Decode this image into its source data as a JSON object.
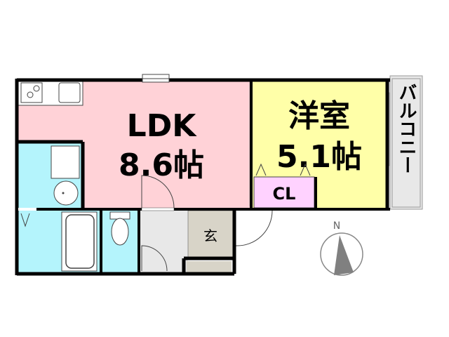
{
  "rooms": {
    "ldk": {
      "name": "LDK",
      "size": "8.6帖",
      "color": "#ffd2d7"
    },
    "western": {
      "name": "洋室",
      "size": "5.1帖",
      "color": "#ffffa8"
    },
    "closet": {
      "name": "CL",
      "color": "#ffd2ff"
    },
    "balcony": {
      "name": "バルコニー",
      "color": "#e8e8e8"
    },
    "entrance": {
      "name": "玄",
      "color": "#d8d4c8"
    },
    "wet_area_color": "#b4f4fc",
    "hall_color": "#e8e8e8"
  },
  "compass": {
    "label": "N",
    "needle_color": "#808080"
  }
}
